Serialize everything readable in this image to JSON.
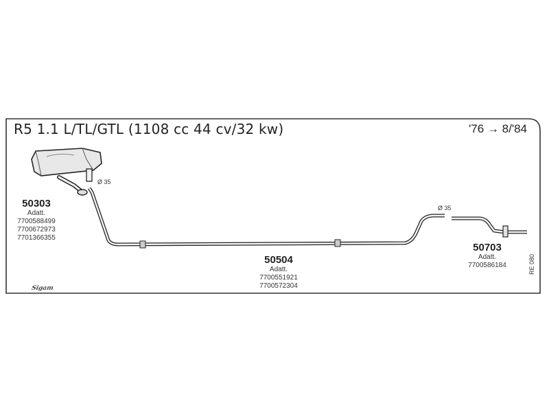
{
  "header": {
    "title": "R5 1.1 L/TL/GTL (1108 cc 44 cv/32 kw)",
    "years": "'76 → 8/'84"
  },
  "parts": [
    {
      "code": "50303",
      "label": "Adatt.",
      "refs": [
        "7700588499",
        "7700672973",
        "7701366355"
      ]
    },
    {
      "code": "50504",
      "label": "Adatt.",
      "refs": [
        "7700551921",
        "7700572304"
      ]
    },
    {
      "code": "50703",
      "label": "Adatt.",
      "refs": [
        "7700586184"
      ]
    }
  ],
  "diameters": [
    "Ø 35",
    "Ø 35"
  ],
  "catalog_code": "RE 080",
  "brand": "Sigam"
}
